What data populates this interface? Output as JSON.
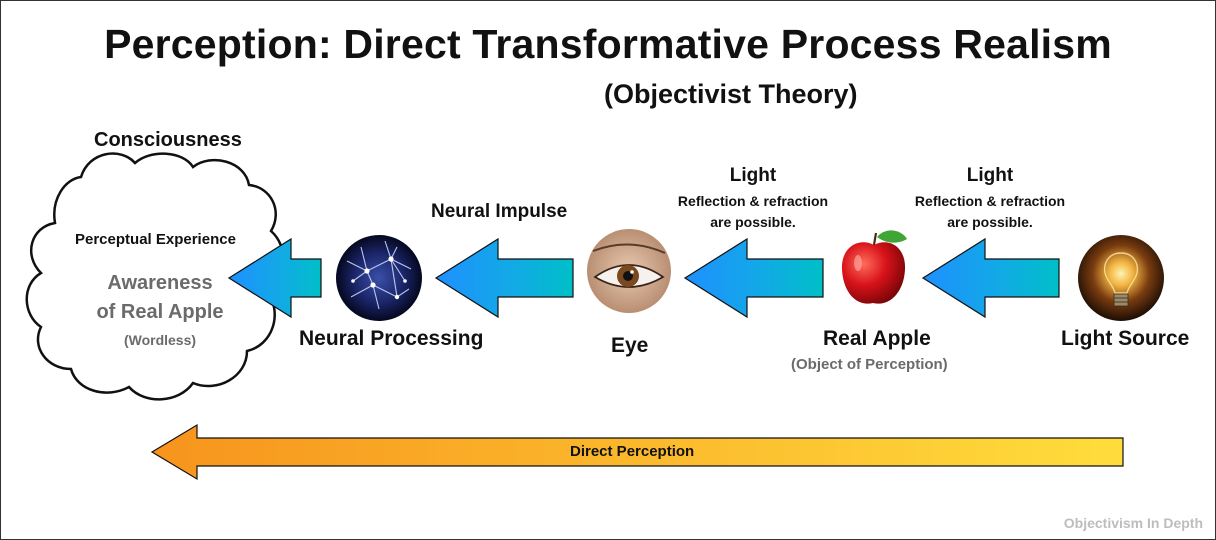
{
  "title": "Perception: Direct Transformative Process Realism",
  "subtitle": "(Objectivist Theory)",
  "consciousness": {
    "heading": "Consciousness",
    "experience_label": "Perceptual Experience",
    "awareness_line1": "Awareness",
    "awareness_line2": "of Real Apple",
    "wordless": "(Wordless)"
  },
  "stages": {
    "neural_processing": "Neural Processing",
    "neural_impulse": "Neural Impulse",
    "eye": "Eye",
    "real_apple": "Real Apple",
    "object_of_perception": "(Object of Perception)",
    "light_source": "Light Source"
  },
  "light_labels": [
    {
      "title": "Light",
      "note_line1": "Reflection & refraction",
      "note_line2": "are possible."
    },
    {
      "title": "Light",
      "note_line1": "Reflection & refraction",
      "note_line2": "are possible."
    }
  ],
  "direct_perception": "Direct Perception",
  "footer": "Objectivism In Depth",
  "colors": {
    "flow_arrow_light": "#00b8d4",
    "flow_arrow_dark": "#1e90ff",
    "direct_arrow_start": "#f7941d",
    "direct_arrow_end": "#ffdd3c",
    "muted_text": "#6b6b6b",
    "footer_text": "#bdbdbd"
  }
}
